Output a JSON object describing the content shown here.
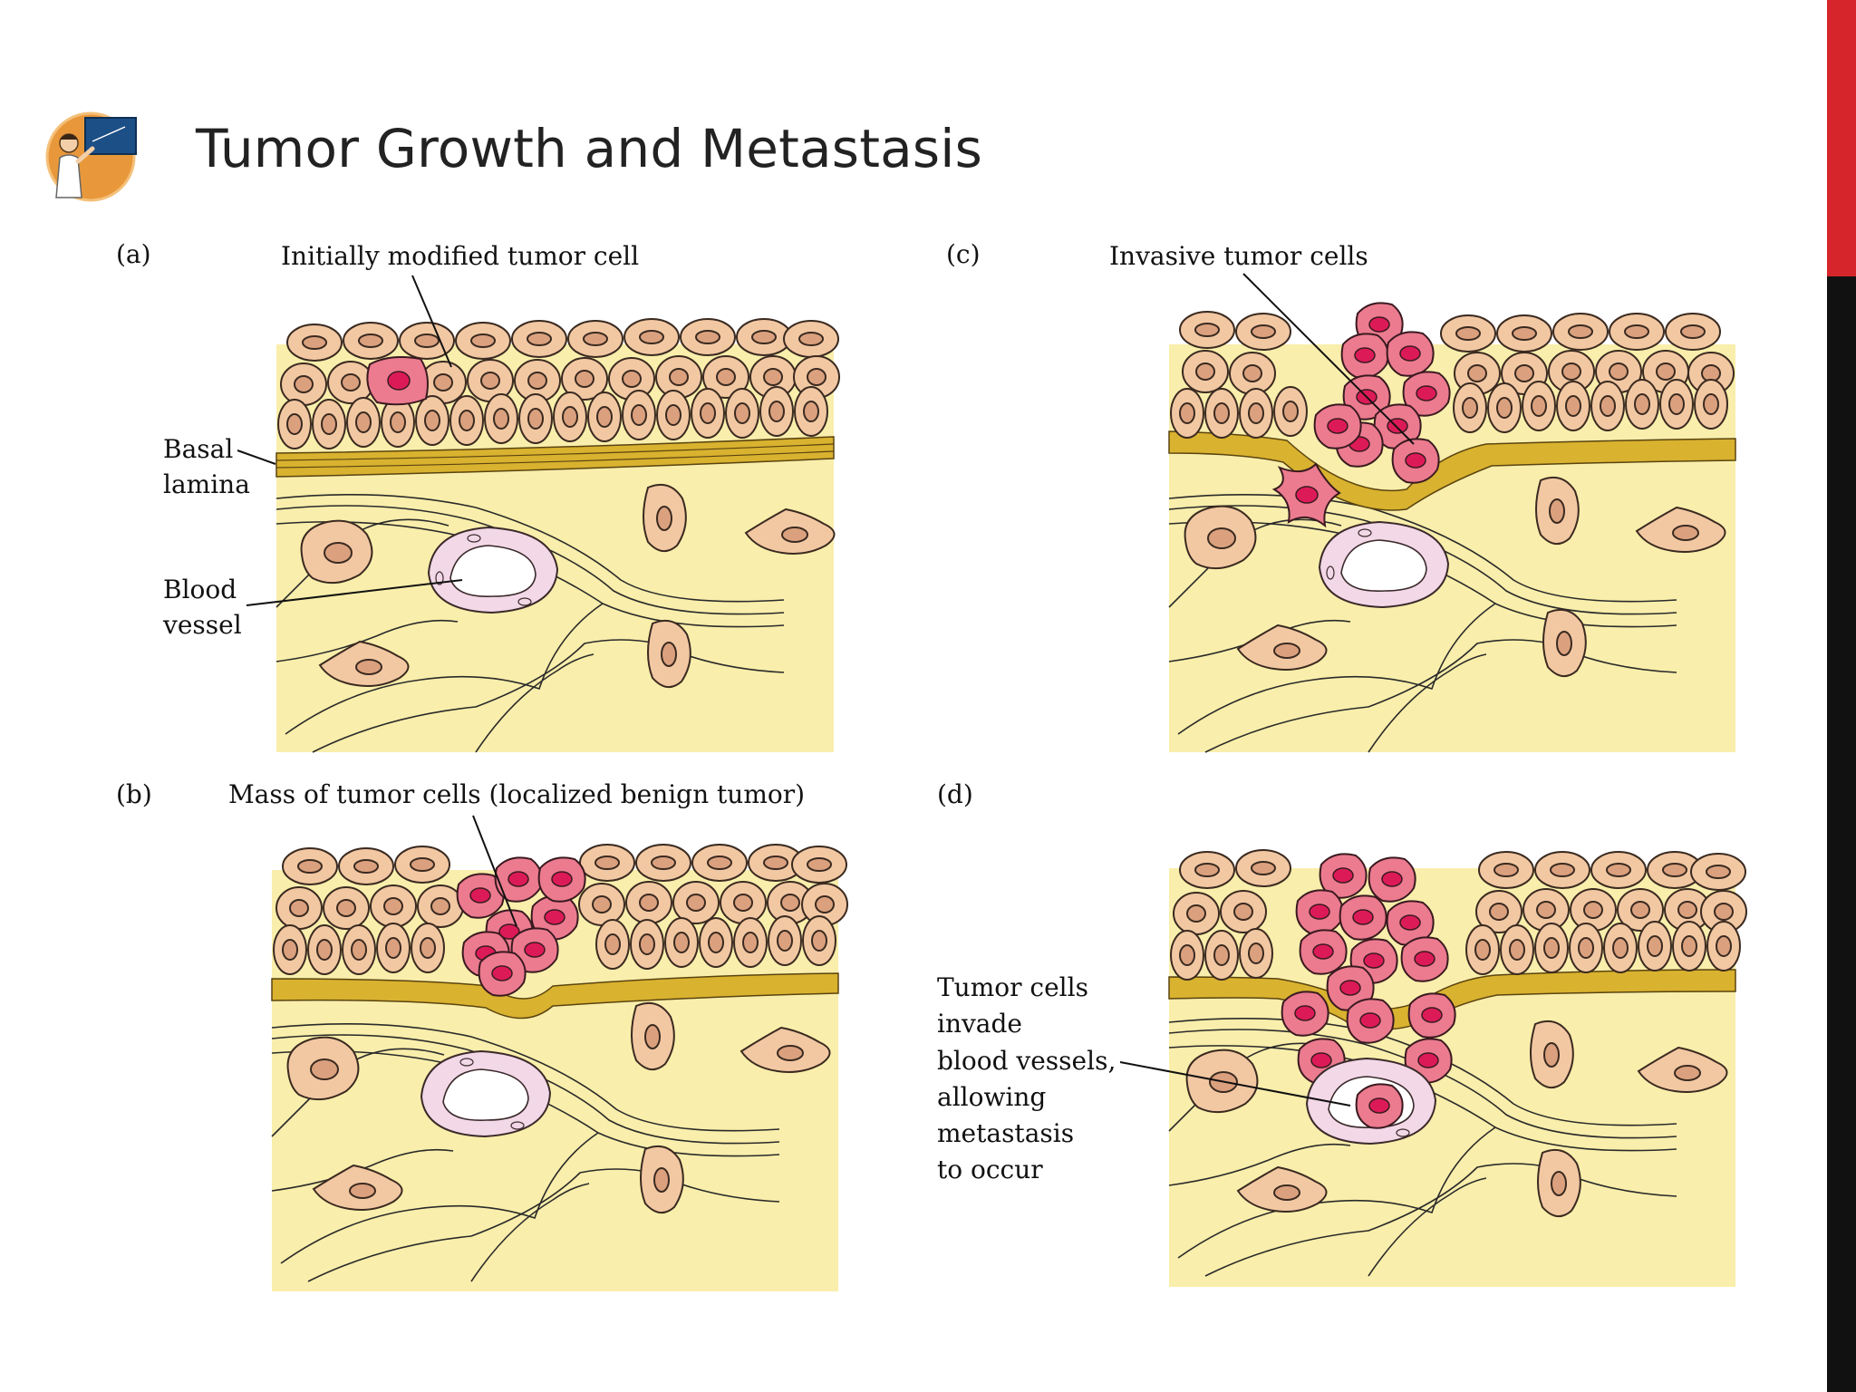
{
  "slide": {
    "title": "Tumor Growth and Metastasis",
    "logo_icon": "teacher-at-board-icon",
    "accent_color": "#d7262b"
  },
  "panels": {
    "a": {
      "letter": "(a)",
      "caption": "Initially modified tumor cell",
      "side_labels": [
        "Basal",
        "lamina",
        "Blood",
        "vessel"
      ]
    },
    "b": {
      "letter": "(b)",
      "caption": "Mass of tumor cells (localized benign tumor)"
    },
    "c": {
      "letter": "(c)",
      "caption": "Invasive tumor  cells"
    },
    "d": {
      "letter": "(d)",
      "side_labels": [
        "Tumor cells",
        "invade",
        "blood vessels,",
        "allowing",
        "metastasis",
        "to occur"
      ]
    }
  },
  "colors": {
    "tissue": "#f9eeab",
    "normal_cell": "#f2c8a3",
    "tumor_cell": "#ec7b8f",
    "tumor_nucleus": "#dd1a58",
    "basal_lamina": "#d9b22f",
    "vessel": "#f3d8e8"
  }
}
